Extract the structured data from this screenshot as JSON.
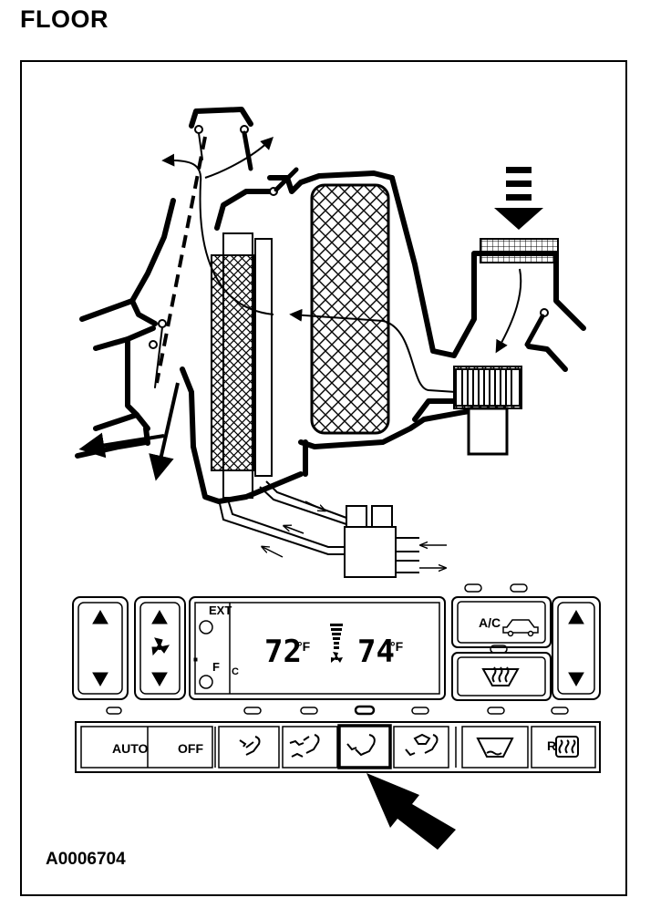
{
  "title": "FLOOR",
  "figure_id": "A0006704",
  "panel": {
    "display": {
      "ext_label": "EXT",
      "unit_f": "F",
      "unit_c": "C",
      "left_temp": "72",
      "left_unit": "°F",
      "right_temp": "74",
      "right_unit": "°F"
    },
    "buttons": {
      "ac": "A/C",
      "auto": "AUTO",
      "off": "OFF",
      "rear_defrost": "R"
    },
    "selected_mode": "floor"
  },
  "icons": [
    "up-arrow-icon",
    "down-arrow-icon",
    "fan-icon",
    "panel-vent-icon",
    "bi-level-icon",
    "floor-icon",
    "floor-defrost-icon",
    "windshield-defrost-icon",
    "rear-defrost-icon",
    "recirculate-car-icon"
  ]
}
